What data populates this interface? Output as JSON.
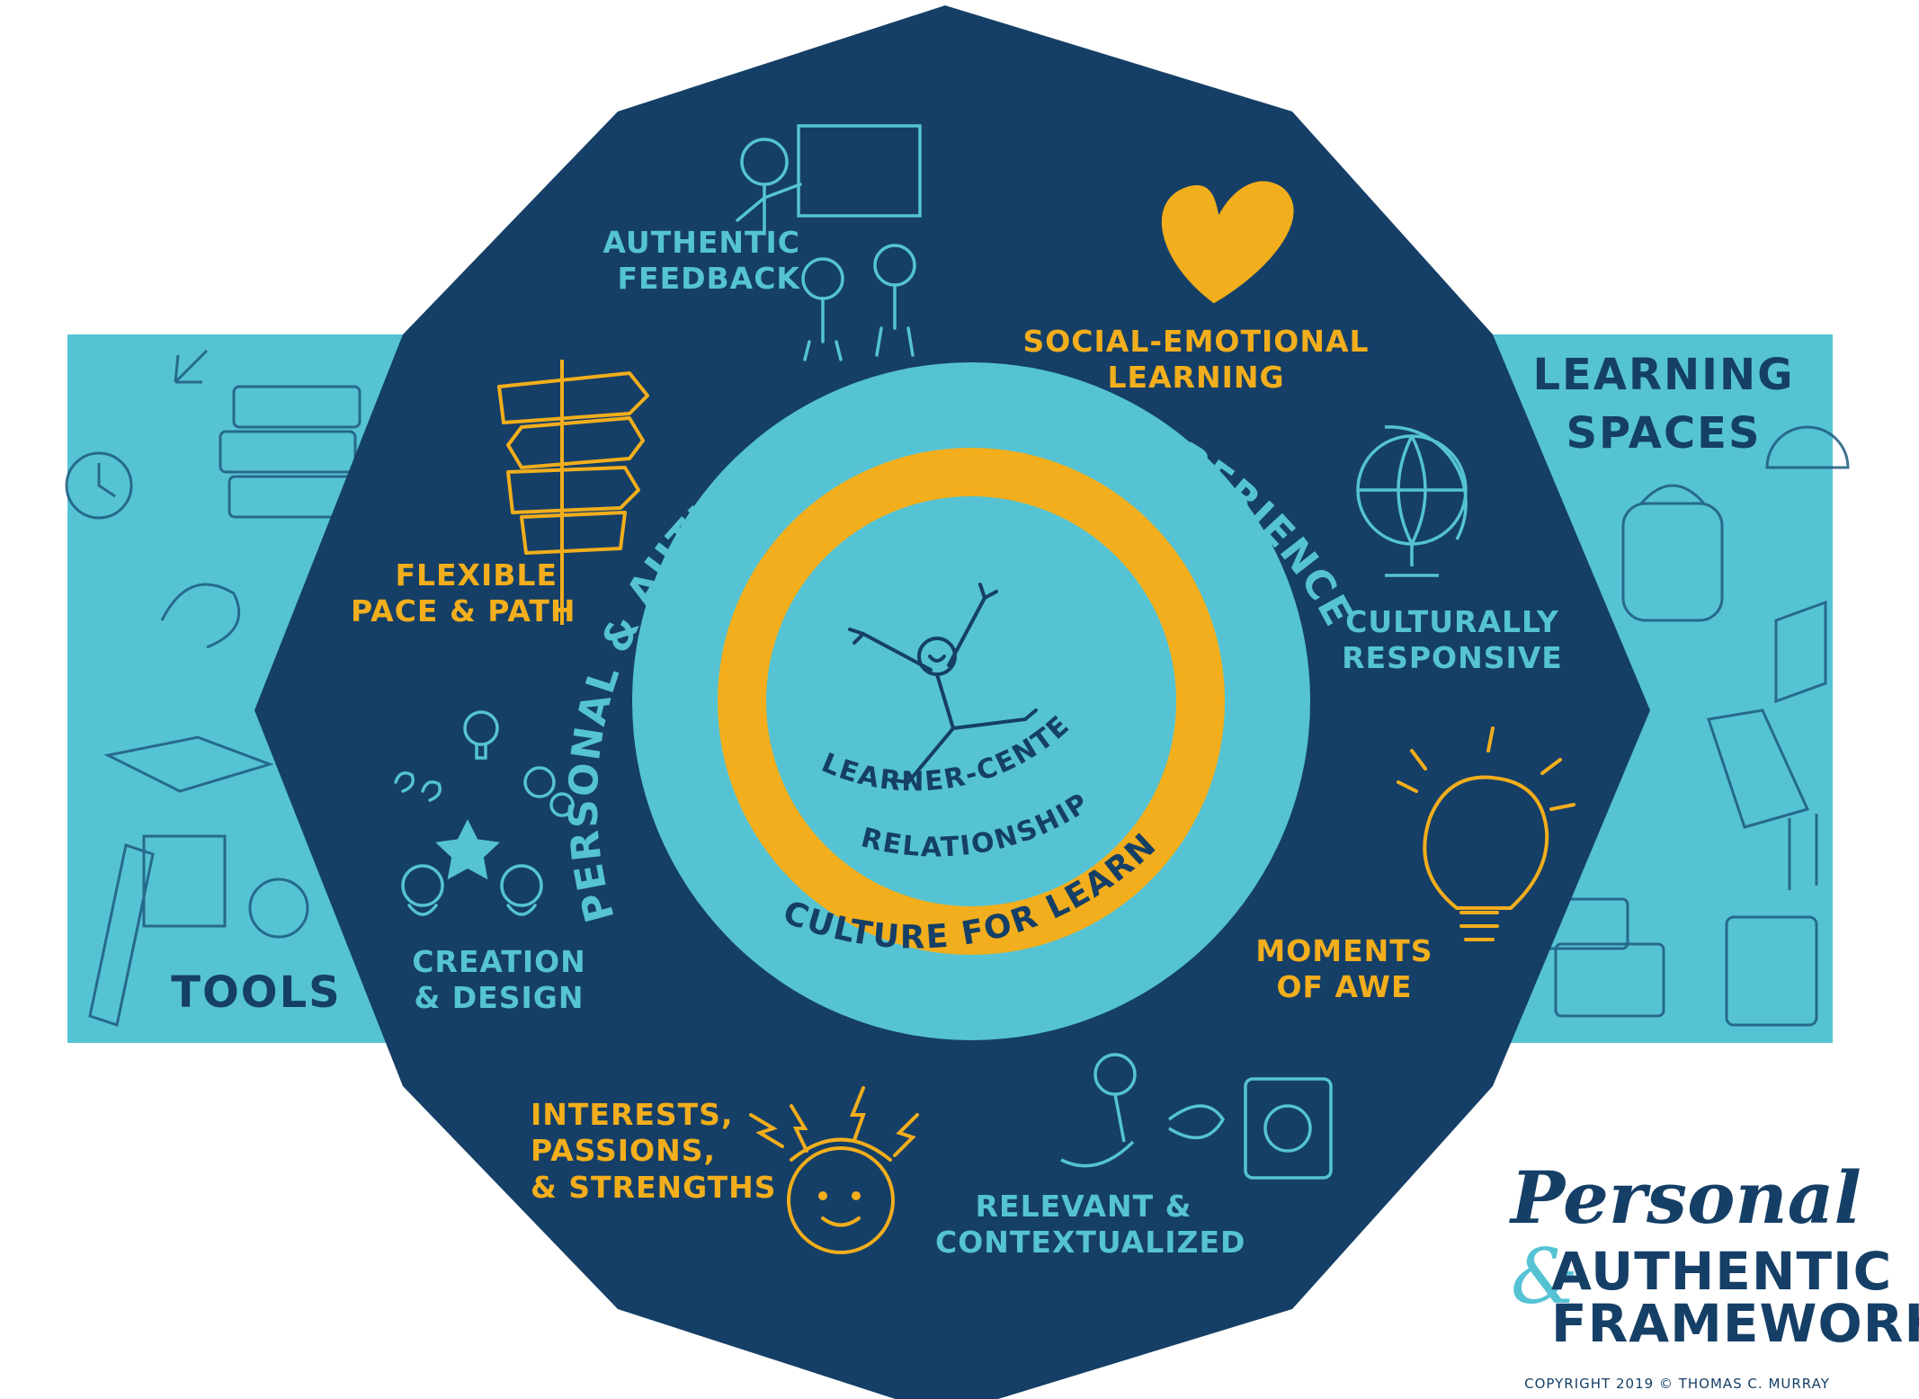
{
  "bands": {
    "left_label": "TOOLS",
    "right_label_line1": "LEARNING",
    "right_label_line2": "SPACES",
    "band_color": "#55c3d4"
  },
  "octagon": {
    "color": "#153f66"
  },
  "center": {
    "outer_ring_text": "PERSONAL & AUTHENTIC LEARNING EXPERIENCE",
    "culture_text": "CULTURE FOR LEARNING",
    "relationships_text": "RELATIONSHIPS",
    "learner_text": "LEARNER-CENTERED",
    "ring_cyan": "#55c3d4",
    "ring_gold": "#f2ae1c"
  },
  "elements": [
    {
      "id": "authentic-feedback",
      "line1": "AUTHENTIC",
      "line2": "FEEDBACK",
      "icon": "presenter-with-board-icon"
    },
    {
      "id": "social-emotional",
      "line1": "SOCIAL-EMOTIONAL",
      "line2": "LEARNING",
      "icon": "heart-icon"
    },
    {
      "id": "culturally-responsive",
      "line1": "CULTURALLY",
      "line2": "RESPONSIVE",
      "icon": "globe-icon"
    },
    {
      "id": "moments-of-awe",
      "line1": "MOMENTS",
      "line2": "OF AWE",
      "icon": "lightbulb-icon"
    },
    {
      "id": "relevant-contextualized",
      "line1": "RELEVANT &",
      "line2": "CONTEXTUALIZED",
      "icon": "plug-and-socket-icon"
    },
    {
      "id": "interests-passions",
      "line1": "INTERESTS,",
      "line2": "PASSIONS,",
      "line3": "& STRENGTHS",
      "icon": "lightning-head-icon"
    },
    {
      "id": "creation-design",
      "line1": "CREATION",
      "line2": "& DESIGN",
      "icon": "collaborating-kids-icon"
    },
    {
      "id": "flexible-pace",
      "line1": "FLEXIBLE",
      "line2": "PACE & PATH",
      "icon": "signpost-icon"
    }
  ],
  "logo": {
    "script_word": "Personal",
    "ampersand": "&",
    "line1": "AUTHENTIC",
    "line2": "FRAMEWORK",
    "copyright": "COPYRIGHT 2019 © THOMAS C. MURRAY"
  }
}
